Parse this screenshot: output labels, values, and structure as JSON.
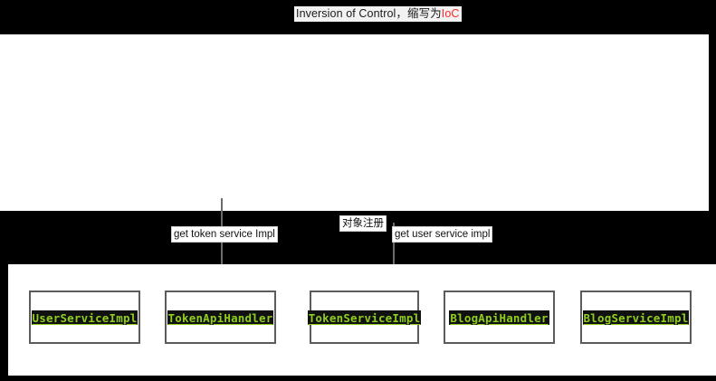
{
  "title": {
    "main": "Inversion of Control，缩写为",
    "accent": "IoC",
    "accent_color": "#ff2a2a"
  },
  "mid_labels": {
    "get_token": "get token service Impl",
    "object_register": "对象注册",
    "get_user": "get user service impl"
  },
  "classes": [
    {
      "name": "UserServiceImpl"
    },
    {
      "name": "TokenApiHandler"
    },
    {
      "name": "TokenServiceImpl"
    },
    {
      "name": "BlogApiHandler"
    },
    {
      "name": "BlogServiceImpl"
    }
  ],
  "colors": {
    "background": "#000000",
    "panel": "#ffffff",
    "class_text": "#8fce1f",
    "class_text_bg": "#111111",
    "box_border": "#5c5c5c",
    "connector": "#6b6b6b"
  }
}
